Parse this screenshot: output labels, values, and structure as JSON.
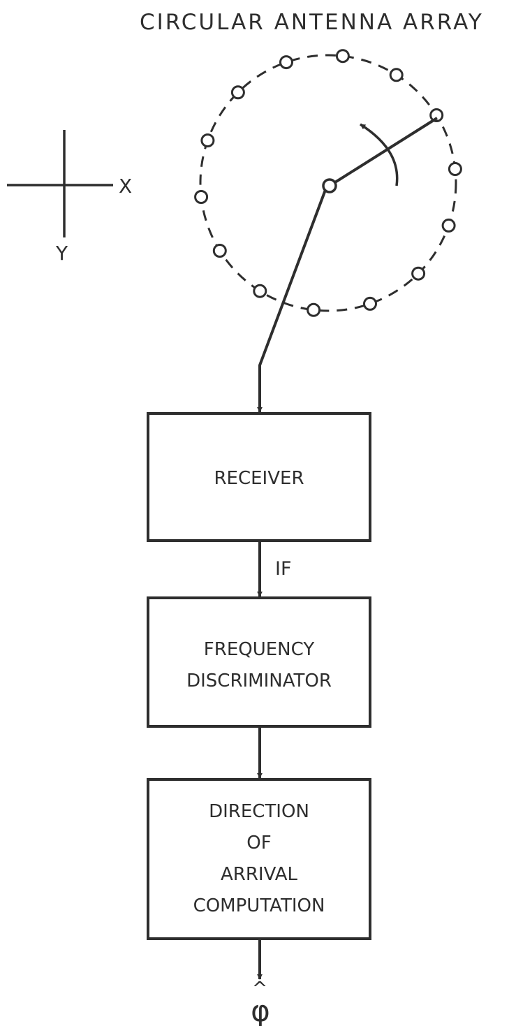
{
  "title": "CIRCULAR ANTENNA ARRAY",
  "axes": {
    "x_label": "X",
    "y_label": "Y"
  },
  "blocks": [
    {
      "lines": [
        "RECEIVER"
      ]
    },
    {
      "lines": [
        "FREQUENCY",
        "DISCRIMINATOR"
      ]
    },
    {
      "lines": [
        "DIRECTION",
        "OF",
        "ARRIVAL",
        "COMPUTATION"
      ]
    }
  ],
  "signal_labels": {
    "receiver_to_discriminator": "IF"
  },
  "output": {
    "symbol": "φ",
    "hat": "^"
  },
  "antenna_array": {
    "element_count": 14
  },
  "colors": {
    "ink": "#2e2e2e",
    "background": "#ffffff"
  }
}
